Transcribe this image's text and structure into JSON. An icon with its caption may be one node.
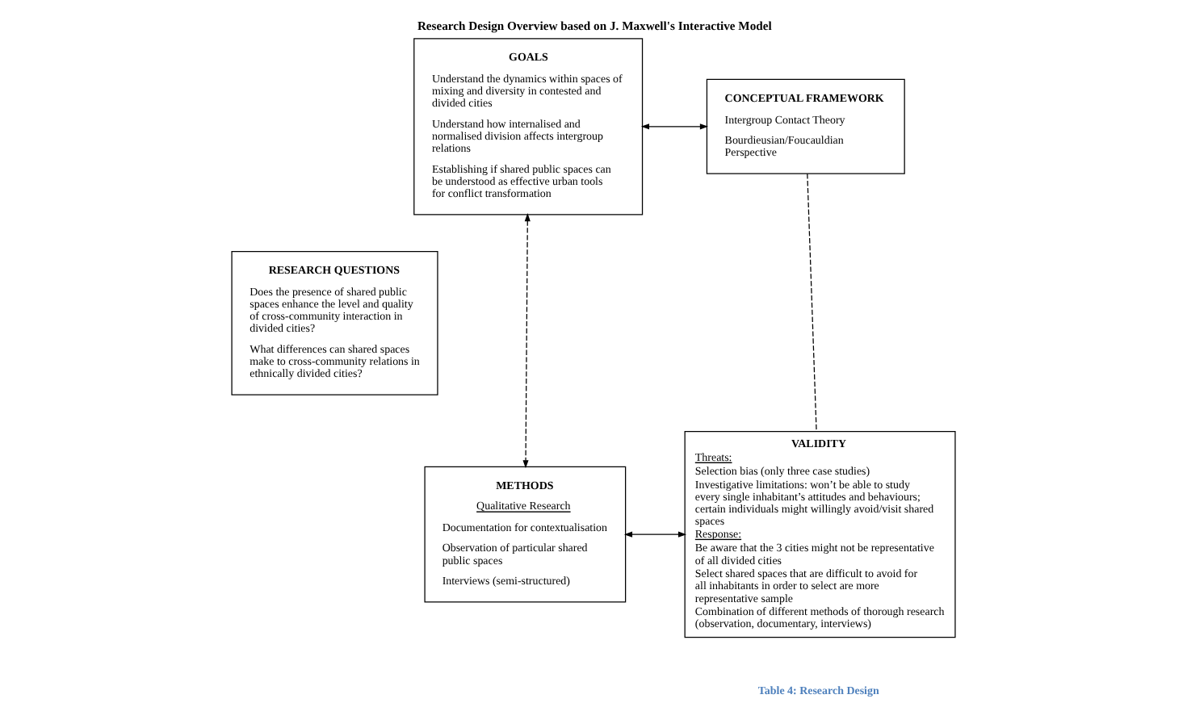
{
  "diagram": {
    "title": "Research Design Overview based on J. Maxwell's Interactive Model",
    "caption": "Table 4: Research Design",
    "nodes": [
      {
        "text": [
          "GOALS",
          "Understand the dynamics within spaces of mixing and diversity in contested and divided cities",
          "Understand how internalised and normalised division affects intergroup relations",
          "Establishing if shared public spaces can be understood as effective urban tools for conflict transformation"
        ]
      },
      {
        "text": [
          "CONCEPTUAL FRAMEWORK",
          "Intergroup Contact Theory",
          "Bourdieusian/Foucauldian Perspective"
        ]
      },
      {
        "text": [
          "RESEARCH QUESTIONS",
          "Does the presence of shared public spaces enhance the level and quality of cross-community interaction in divided cities?",
          "What differences can shared spaces make to cross-community relations in ethnically divided cities?"
        ]
      },
      {
        "text": [
          "METHODS",
          "Qualitative Research",
          "Documentation for contextualisation",
          "Observation of particular shared public spaces",
          "Interviews (semi-structured)"
        ]
      },
      {
        "text": [
          "VALIDITY",
          "Threats:",
          "Selection bias (only three case studies)",
          "Investigative limitations: won’t be able to study every single inhabitant’s attitudes and behaviours; certain individuals might willingly avoid/visit shared spaces",
          "Response:",
          "Be aware that the 3 cities might not be representative of all divided cities",
          "Select shared spaces that are difficult to avoid for all inhabitants in order to select are more representative sample",
          "Combination of different methods of thorough research (observation, documentary, interviews)"
        ]
      }
    ],
    "edges": [
      {
        "from": 0,
        "to": 1,
        "arrow": "both"
      },
      {
        "from": 0,
        "to": 3,
        "arrow": "both",
        "style": "dashed"
      },
      {
        "from": 1,
        "to": 4,
        "arrow": "none",
        "style": "dashed"
      },
      {
        "from": 3,
        "to": 4,
        "arrow": "both"
      }
    ]
  }
}
